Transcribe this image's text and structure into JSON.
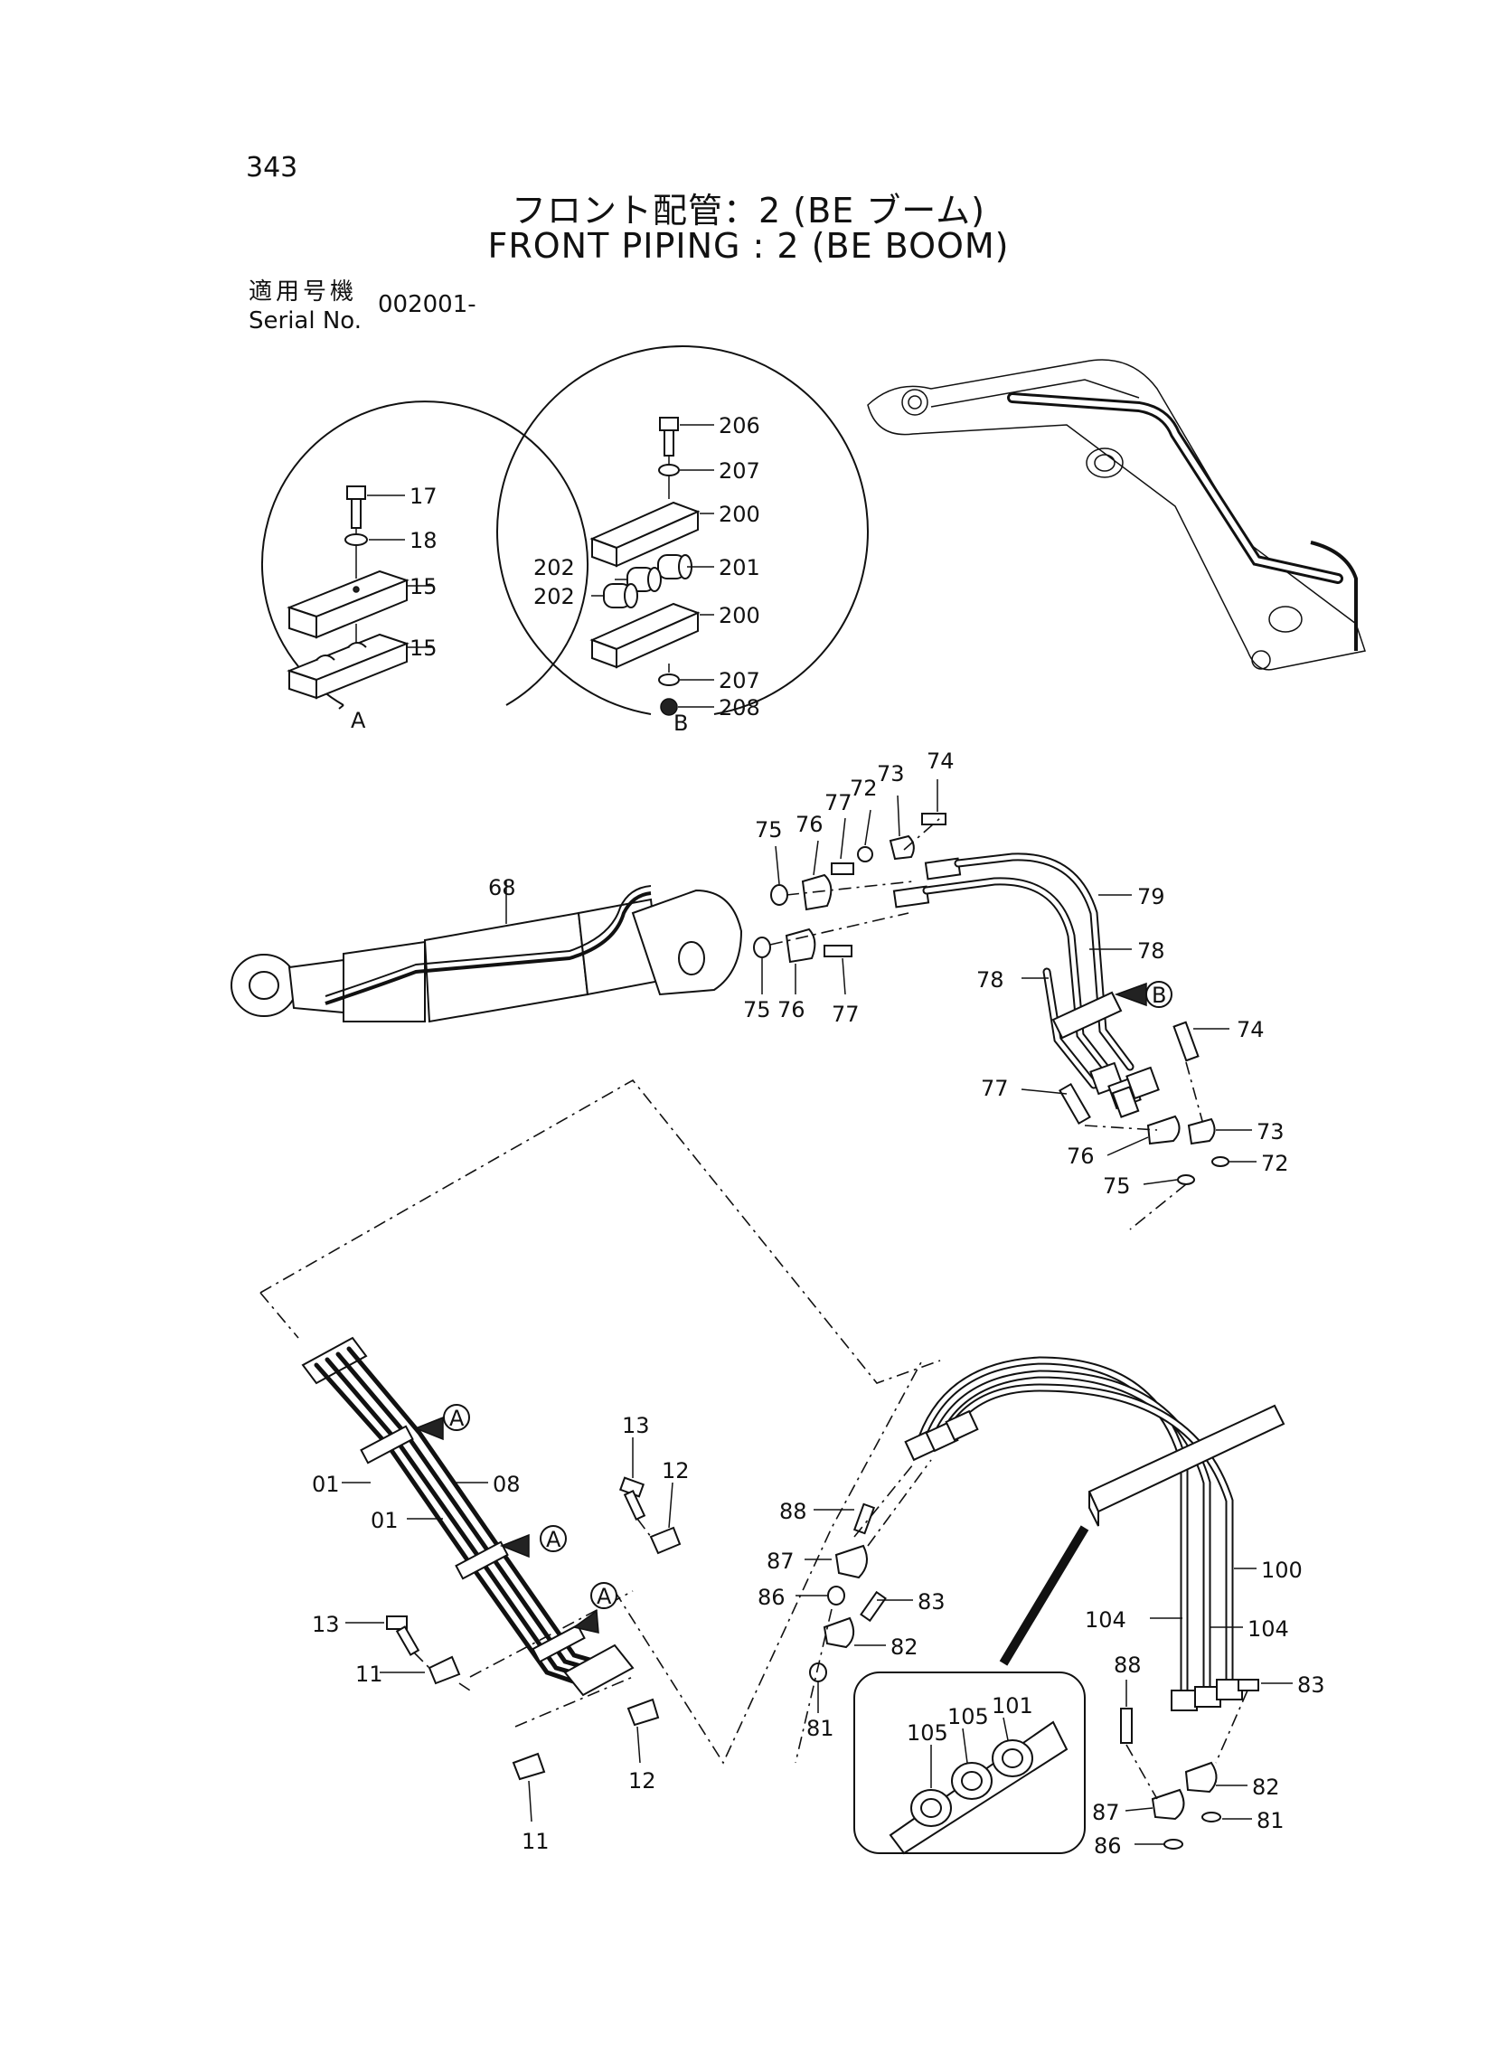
{
  "header": {
    "page_number": "343",
    "title_ja": "フロント配管：2 (BE ブーム)",
    "title_en": "FRONT PIPING : 2 (BE BOOM)",
    "applicable_label_ja": "適用号機",
    "applicable_label_en": "Serial No.",
    "serial_value": "002001-"
  },
  "detail_a": {
    "label": "A",
    "callouts": [
      "17",
      "18",
      "15",
      "15"
    ]
  },
  "detail_b": {
    "label": "B",
    "callouts": [
      "206",
      "207",
      "200",
      "202",
      "201",
      "202",
      "200",
      "207",
      "208"
    ]
  },
  "middle": {
    "callouts": [
      "74",
      "72",
      "73",
      "77",
      "76",
      "75",
      "68",
      "79",
      "78",
      "78",
      "75",
      "76",
      "77",
      "74",
      "77",
      "73",
      "76",
      "72",
      "75"
    ],
    "ref_markers": [
      "B"
    ]
  },
  "lower": {
    "callouts": [
      "01",
      "08",
      "01",
      "13",
      "12",
      "13",
      "11",
      "12",
      "11",
      "88",
      "87",
      "86",
      "83",
      "82",
      "81",
      "100",
      "104",
      "104",
      "88",
      "83",
      "82",
      "87",
      "81",
      "86",
      "105",
      "105",
      "101"
    ],
    "ref_markers": [
      "A",
      "A",
      "A"
    ]
  }
}
